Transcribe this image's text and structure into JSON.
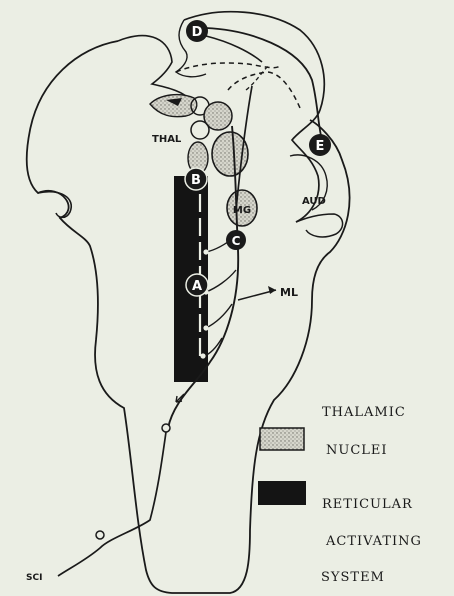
{
  "labels": {
    "thal": "THAL",
    "aud": "AUD",
    "mg": "MG",
    "ml": "ML",
    "sci": "SCI"
  },
  "circles": {
    "a": "A",
    "b": "B",
    "c": "C",
    "d": "D",
    "e": "E"
  },
  "legend": {
    "thalamic_line1": "THALAMIC",
    "thalamic_line2": "NUCLEI",
    "reticular_line1": "RETICULAR",
    "reticular_line2": "ACTIVATING",
    "reticular_line3": "SYSTEM"
  },
  "colors": {
    "ink": "#1a1a1a",
    "paper": "#ebeee4",
    "stipple": "#cfcfc4"
  }
}
